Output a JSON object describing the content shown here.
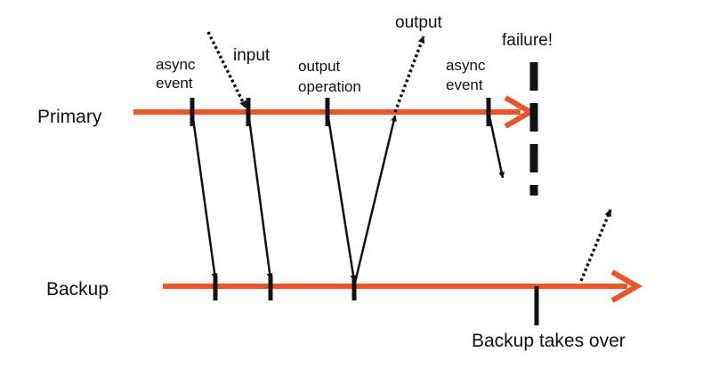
{
  "timelines": {
    "primary": {
      "label": "Primary"
    },
    "backup": {
      "label": "Backup"
    }
  },
  "annotations": {
    "async_event_1": {
      "line1": "async",
      "line2": "event"
    },
    "input": "input",
    "output_operation": {
      "line1": "output",
      "line2": "operation"
    },
    "output": "output",
    "async_event_2": {
      "line1": "async",
      "line2": "event"
    },
    "failure": "failure!",
    "backup_takes_over": "Backup takes over"
  },
  "colors": {
    "timeline": "#e8562a",
    "ink": "#111111"
  }
}
